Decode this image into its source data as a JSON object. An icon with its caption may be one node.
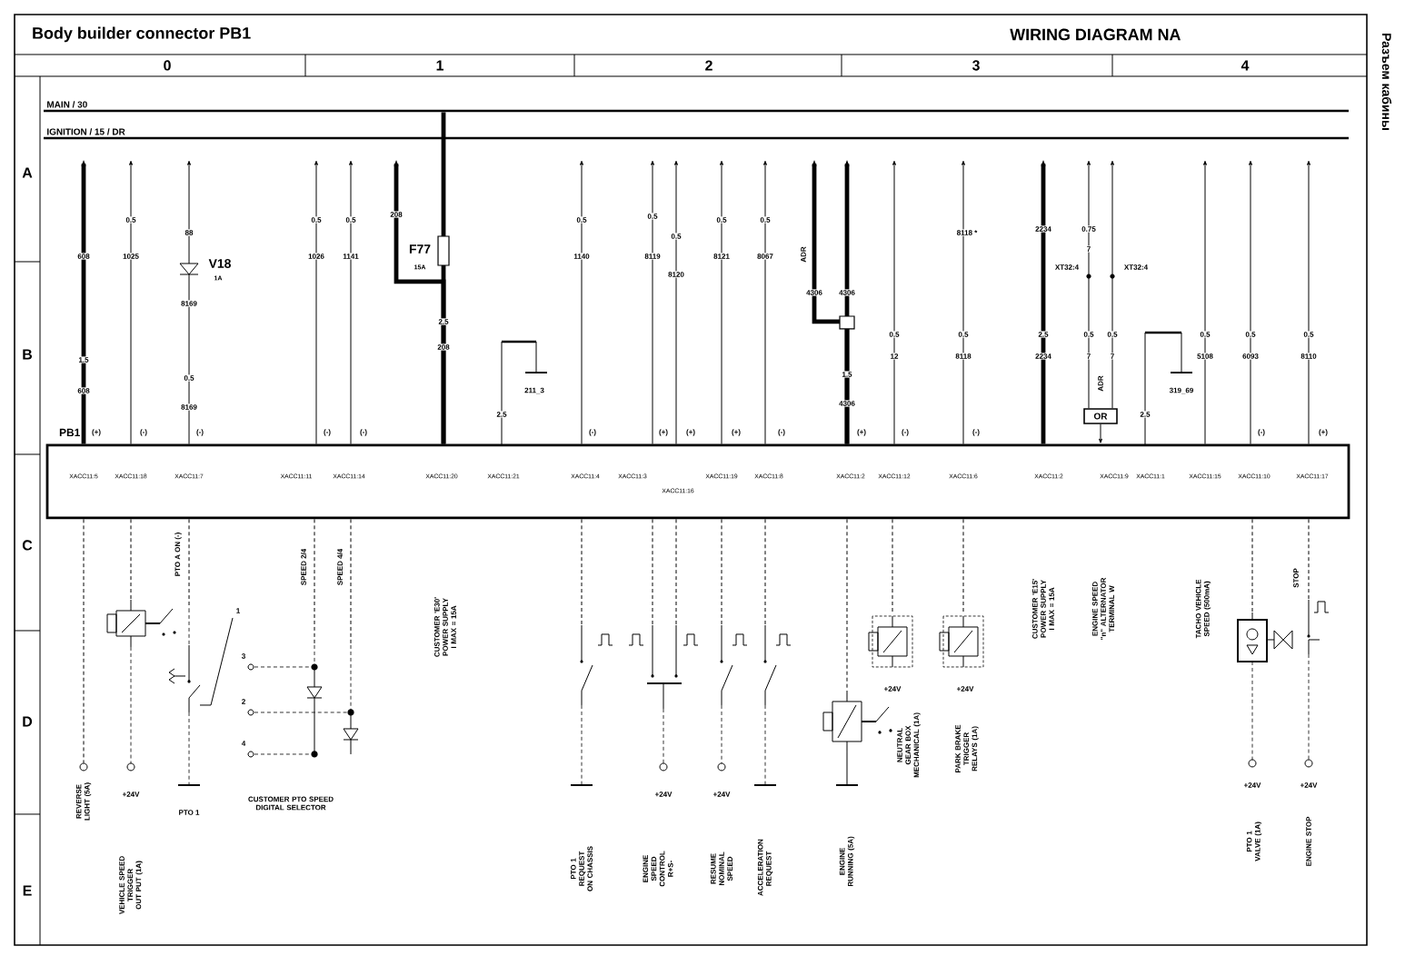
{
  "diagram": {
    "title": "Body builder connector PB1",
    "nodes": [
      {
        "text": [
          "PB1",
          "XACC11:5",
          "XACC11:18",
          "XACC11:7",
          "XACC11:11",
          "XACC11:14",
          "XACC11:20",
          "XACC11:21",
          "XACC11:4",
          "XACC11:3",
          "XACC11:16",
          "XACC11:19",
          "XACC11:8",
          "XACC11:2",
          "XACC11:12",
          "XACC11:6",
          "XACC11:2",
          "XACC11:9",
          "XACC11:1",
          "XACC11:15",
          "XACC11:10",
          "XACC11:17"
        ]
      },
      {
        "text": [
          "MAIN / 30"
        ]
      },
      {
        "text": [
          "IGNITION / 15 / DR"
        ]
      },
      {
        "text": [
          "REVERSE LIGHT (5A)"
        ]
      },
      {
        "text": [
          "+24V",
          "VEHICLE SPEED TRIGGER OUT PUT (1A)"
        ]
      },
      {
        "text": [
          "PTO 1"
        ]
      },
      {
        "text": [
          "CUSTOMER PTO SPEED DIGITAL SELECTOR"
        ]
      },
      {
        "text": [
          "PTO 1 REQUEST ON CHASSIS"
        ]
      },
      {
        "text": [
          "+24V",
          "ENGINE SPEED CONTROL R+S-"
        ]
      },
      {
        "text": [
          "+24V",
          "RESUME NOMINAL SPEED"
        ]
      },
      {
        "text": [
          "ACCELERATION REQUEST"
        ]
      },
      {
        "text": [
          "ENGINE RUNNING (5A)"
        ]
      },
      {
        "text": [
          "+24V",
          "NEUTRAL GEAR BOX MECHANICAL (1A)"
        ]
      },
      {
        "text": [
          "+24V",
          "PARK BRAKE TRIGGER RELAYS (1A)"
        ]
      },
      {
        "text": [
          "+24V",
          "PTO 1 VALVE (1A)"
        ]
      },
      {
        "text": [
          "+24V",
          "ENGINE STOP"
        ]
      },
      {
        "text": [
          "OR"
        ]
      }
    ],
    "edges": [
      {
        "from": 0,
        "to": null,
        "arrow": "to",
        "style": "thick"
      },
      {
        "from": 0,
        "to": null,
        "arrow": "to"
      },
      {
        "from": 0,
        "to": null,
        "arrow": "to"
      },
      {
        "from": 0,
        "to": null,
        "arrow": "to"
      },
      {
        "from": 0,
        "to": null,
        "arrow": "to"
      },
      {
        "from": 0,
        "to": 1,
        "arrow": "none",
        "style": "thick"
      },
      {
        "from": 0,
        "to": null,
        "arrow": "to",
        "style": "thick"
      },
      {
        "from": 0,
        "to": null,
        "arrow": "to"
      },
      {
        "from": 0,
        "to": null,
        "arrow": "to"
      },
      {
        "from": 0,
        "to": null,
        "arrow": "to"
      },
      {
        "from": 0,
        "to": null,
        "arrow": "to"
      },
      {
        "from": 0,
        "to": null,
        "arrow": "to"
      },
      {
        "from": 0,
        "to": null,
        "arrow": "to",
        "style": "thick"
      },
      {
        "from": 0,
        "to": null,
        "arrow": "to",
        "style": "thick"
      },
      {
        "from": 0,
        "to": null,
        "arrow": "to"
      },
      {
        "from": 0,
        "to": null,
        "arrow": "to"
      },
      {
        "from": 0,
        "to": null,
        "arrow": "to",
        "style": "thick"
      },
      {
        "from": 16,
        "to": null,
        "arrow": "to"
      },
      {
        "from": 16,
        "to": null,
        "arrow": "to"
      },
      {
        "from": 0,
        "to": null,
        "arrow": "to"
      },
      {
        "from": 0,
        "to": null,
        "arrow": "to"
      },
      {
        "from": 0,
        "to": null,
        "arrow": "to"
      },
      {
        "from": 16,
        "to": 0,
        "arrow": "to"
      },
      {
        "from": 0,
        "to": 3,
        "arrow": "none",
        "style": "dashed"
      },
      {
        "from": 0,
        "to": 4,
        "arrow": "none",
        "style": "dashed"
      },
      {
        "from": 0,
        "to": 5,
        "arrow": "none",
        "style": "dashed"
      },
      {
        "from": 0,
        "to": 6,
        "arrow": "none",
        "style": "dashed"
      },
      {
        "from": 0,
        "to": 6,
        "arrow": "none",
        "style": "dashed"
      },
      {
        "from": 0,
        "to": 7,
        "arrow": "none",
        "style": "dashed"
      },
      {
        "from": 0,
        "to": 8,
        "arrow": "none",
        "style": "dashed"
      },
      {
        "from": 0,
        "to": 8,
        "arrow": "none",
        "style": "dashed"
      },
      {
        "from": 0,
        "to": 9,
        "arrow": "none",
        "style": "dashed"
      },
      {
        "from": 0,
        "to": 10,
        "arrow": "none",
        "style": "dashed"
      },
      {
        "from": 0,
        "to": 11,
        "arrow": "none",
        "style": "dashed"
      },
      {
        "from": 0,
        "to": 12,
        "arrow": "none",
        "style": "dashed"
      },
      {
        "from": 0,
        "to": 13,
        "arrow": "none",
        "style": "dashed"
      },
      {
        "from": 0,
        "to": 14,
        "arrow": "none",
        "style": "dashed"
      },
      {
        "from": 0,
        "to": 15,
        "arrow": "none",
        "style": "dashed"
      }
    ],
    "labels": [
      "WIRING DIAGRAM NA",
      "0",
      "1",
      "2",
      "3",
      "4",
      "A",
      "B",
      "C",
      "D",
      "E",
      "Разъем кабины",
      "608",
      "1.5",
      "608",
      "0.5",
      "1025",
      "88",
      "V18",
      "1A",
      "8169",
      "0.5",
      "8169",
      "0.5",
      "1026",
      "0.5",
      "1141",
      "208",
      "F77",
      "15A",
      "2.5",
      "208",
      "211_3",
      "2.5",
      "0.5",
      "1140",
      "0.5",
      "8119",
      "0.5",
      "8120",
      "0.5",
      "8121",
      "0.5",
      "8067",
      "ADR",
      "4306",
      "4306",
      "1.5",
      "4306",
      "0.5",
      "12",
      "8118 *",
      "0.5",
      "8118",
      "2234",
      "2.5",
      "2234",
      "0.75",
      "7",
      "XT32:4",
      "XT32:4",
      "0.5",
      "7",
      "0.5",
      "7",
      "ADR",
      "2.5",
      "319_69",
      "0.5",
      "5108",
      "0.5",
      "6093",
      "0.5",
      "8110",
      "(+)",
      "(-)",
      "(-)",
      "(-)",
      "(-)",
      "(-)",
      "(+)",
      "(+)",
      "(+)",
      "(-)",
      "(+)",
      "(-)",
      "(-)",
      "(-)",
      "(+)",
      "PTO A ON (-)",
      "SPEED 2/4",
      "SPEED 4/4",
      "CUSTOMER 'E30' POWER SUPPLY I MAX = 15A",
      "STOP",
      "CUSTOMER 'E15' POWER SUPPLY I MAX = 15A",
      "ENGINE SPEED \"n\" ALTERNATOR TERMINAL W",
      "TACHO VEHICLE SPEED (500mA)",
      "1",
      "3",
      "2",
      "4"
    ]
  }
}
